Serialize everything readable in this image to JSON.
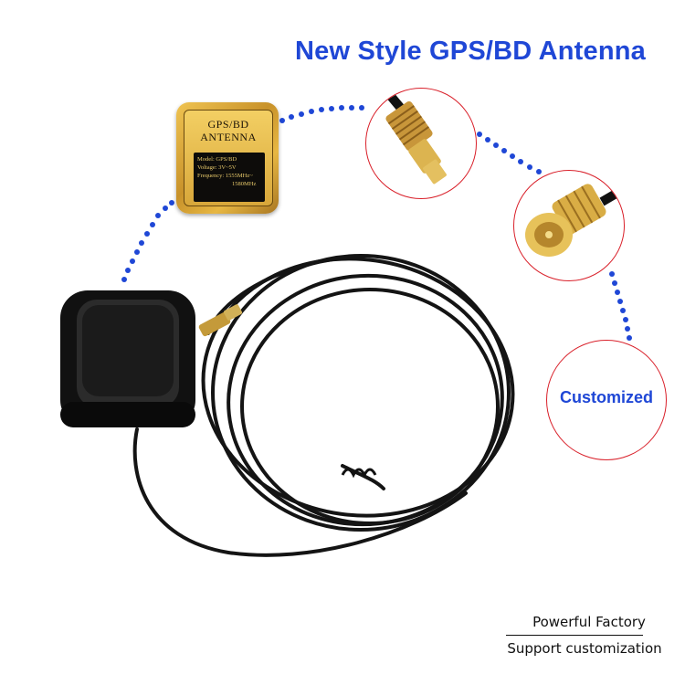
{
  "headline": "New Style GPS/BD Antenna",
  "label_plate": {
    "line1": "GPS/BD",
    "line2": "ANTENNA",
    "spec_model": "Model: GPS/BD",
    "spec_voltage": "Voltage:  3V~5V",
    "spec_frequency": "Frequency:  1555MHz~",
    "spec_frequency_2": "1580MHz"
  },
  "custom_bubble": "Customized",
  "footer": {
    "line1": "Powerful Factory",
    "line2": "Support customization"
  },
  "colors": {
    "headline": "#1f47d6",
    "dots": "#1f47d6",
    "circle_border": "#d9202a"
  }
}
